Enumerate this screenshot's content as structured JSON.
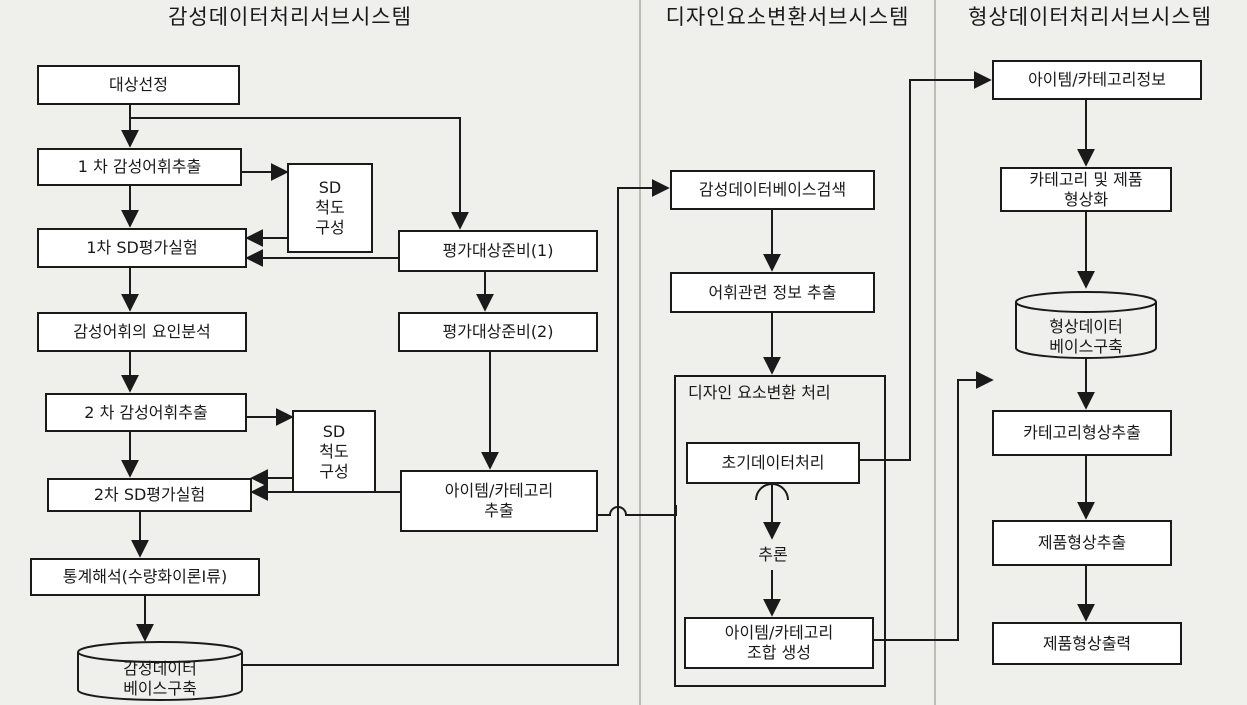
{
  "headers": {
    "emotion": "감성데이터처리서브시스템",
    "design": "디자인요소변환서브시스템",
    "shape": "형상데이터처리서브시스템"
  },
  "nodes": {
    "target_selection": "대상선정",
    "first_vocab_extract": "1 차 감성어휘추출",
    "sd_scale_1": "SD\n척도\n구성",
    "first_sd_experiment": "1차 SD평가실험",
    "eval_prep_1": "평가대상준비(1)",
    "factor_analysis": "감성어휘의 요인분석",
    "eval_prep_2": "평가대상준비(2)",
    "second_vocab_extract": "2 차 감성어휘추출",
    "sd_scale_2": "SD\n척도\n구성",
    "second_sd_experiment": "2차 SD평가실험",
    "item_category_extract": "아이템/카테고리\n추출",
    "statistical_analysis": "통계해석(수량화이론I류)",
    "emotion_db_build": "감성데이터\n베이스구축",
    "emotion_db_search": "감성데이터베이스검색",
    "vocab_info_extract": "어휘관련 정보 추출",
    "design_conversion": "디자인 요소변환 처리",
    "initial_data_processing": "초기데이터처리",
    "inference": "추론",
    "item_category_combination": "아이템/카테고리\n조합 생성",
    "item_category_info": "아이템/카테고리정보",
    "category_product_shaping": "카테고리 및 제품\n형상화",
    "shape_db_build": "형상데이터\n베이스구축",
    "category_shape_extract": "카테고리형상추출",
    "product_shape_extract": "제품형상추출",
    "product_shape_output": "제품형상출력"
  }
}
